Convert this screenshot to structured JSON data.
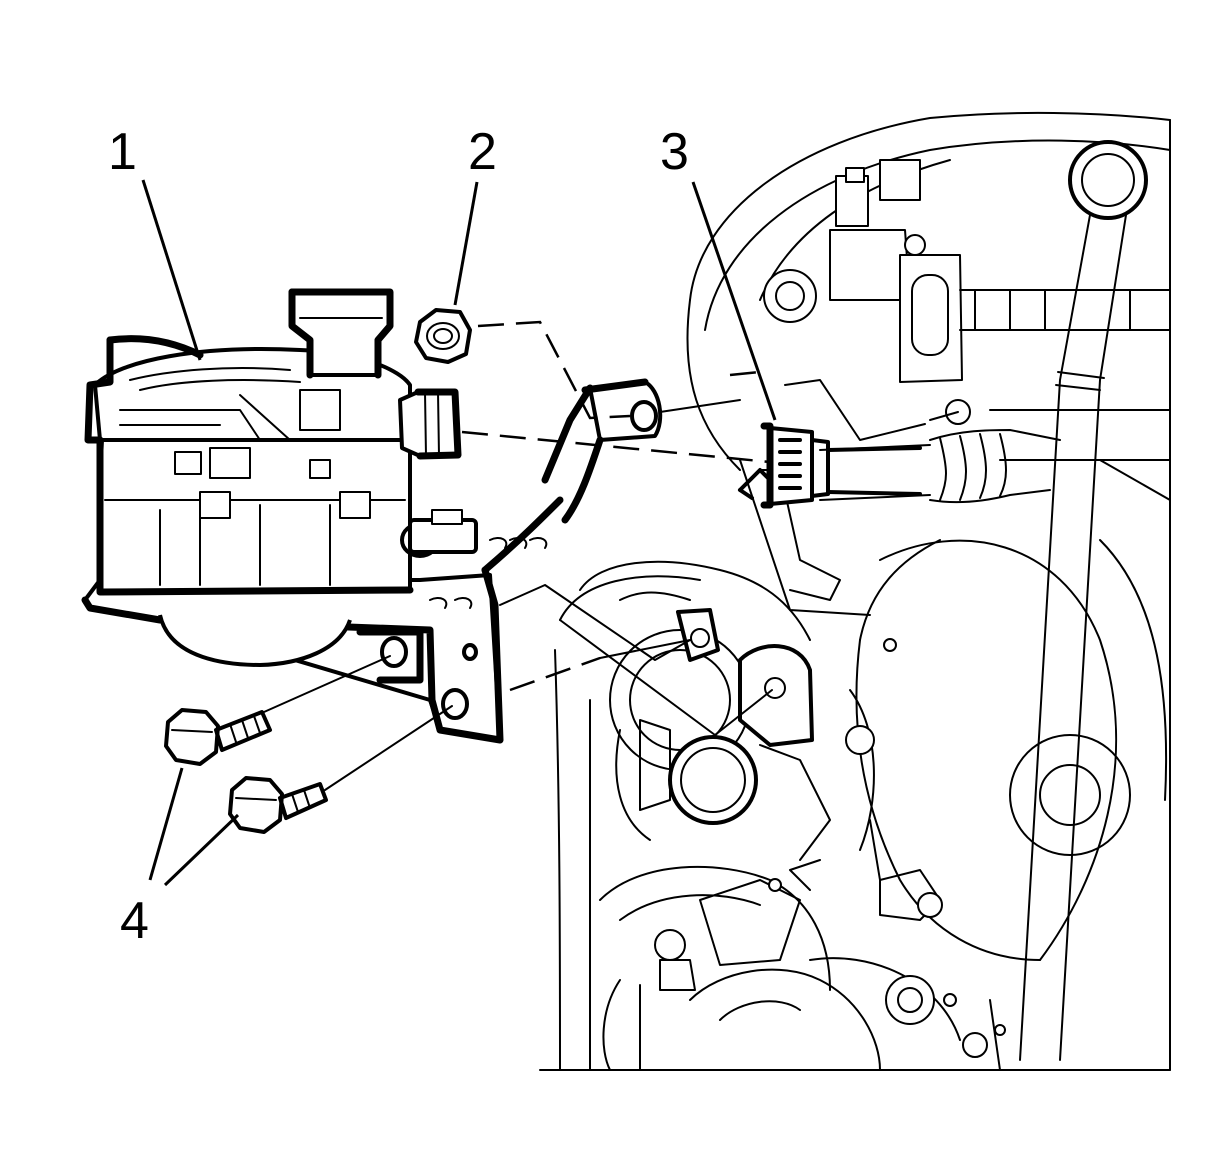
{
  "callouts": [
    {
      "id": "1",
      "label": "1"
    },
    {
      "id": "2",
      "label": "2"
    },
    {
      "id": "3",
      "label": "3"
    },
    {
      "id": "4",
      "label": "4"
    }
  ],
  "icons": [
    "pump-assembly-icon",
    "nut-icon",
    "hose-connector-icon",
    "bolt-icon",
    "engine-icon"
  ],
  "colors": {
    "line": "#000000",
    "background": "#ffffff"
  }
}
